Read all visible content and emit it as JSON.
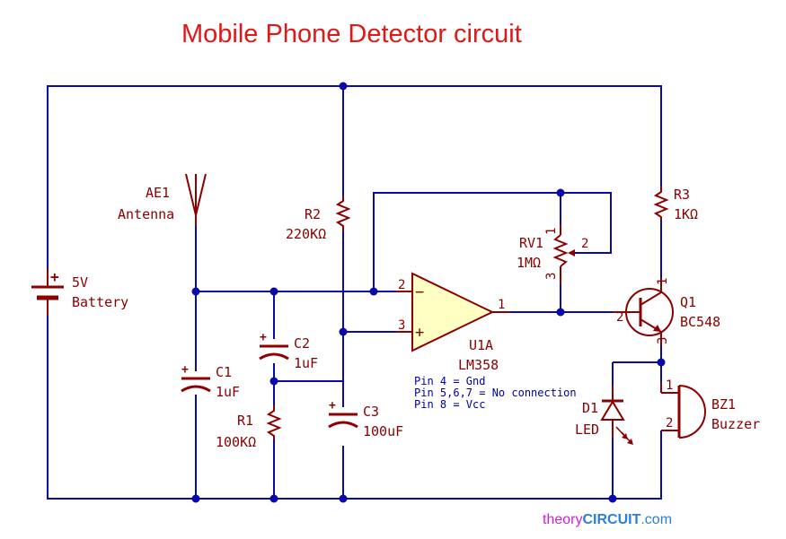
{
  "title": "Mobile Phone Detector circuit",
  "components": {
    "battery": {
      "ref": "5V",
      "value": "Battery"
    },
    "antenna": {
      "ref": "AE1",
      "value": "Antenna"
    },
    "r2": {
      "ref": "R2",
      "value": "220KΩ"
    },
    "c1": {
      "ref": "C1",
      "value": "1uF"
    },
    "c2": {
      "ref": "C2",
      "value": "1uF"
    },
    "r1": {
      "ref": "R1",
      "value": "100KΩ"
    },
    "c3": {
      "ref": "C3",
      "value": "100uF"
    },
    "opamp": {
      "ref": "U1A",
      "value": "LM358",
      "pin_inv": "2",
      "pin_noninv": "3",
      "pin_out": "1",
      "minus": "−",
      "plus": "+"
    },
    "rv1": {
      "ref": "RV1",
      "value": "1MΩ",
      "pin1": "1",
      "pin2": "2",
      "pin3": "3"
    },
    "r3": {
      "ref": "R3",
      "value": "1KΩ"
    },
    "q1": {
      "ref": "Q1",
      "value": "BC548",
      "pin_c": "1",
      "pin_b": "2",
      "pin_e": "3"
    },
    "d1": {
      "ref": "D1",
      "value": "LED"
    },
    "bz1": {
      "ref": "BZ1",
      "value": "Buzzer",
      "pin1": "1",
      "pin2": "2"
    }
  },
  "notes": [
    "Pin 4 = Gnd",
    "Pin 5,6,7 = No connection",
    "Pin 8 = Vcc"
  ],
  "watermark": {
    "part1": "theory",
    "part2": "CIRCUIT",
    "part3": ".com"
  },
  "colors": {
    "wire": "#0a0aa8",
    "component": "#8b0000",
    "title": "#e01818",
    "note": "#0000a0"
  }
}
